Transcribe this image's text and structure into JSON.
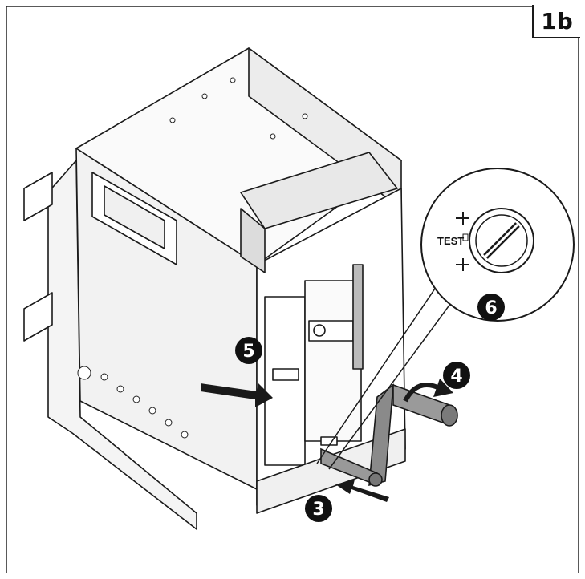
{
  "figure_tag": "1b",
  "test_label": "TEST",
  "step_badges": [
    {
      "name": "step-3-badge",
      "number": "3"
    },
    {
      "name": "step-4-badge",
      "number": "4"
    },
    {
      "name": "step-5-badge",
      "number": "5"
    },
    {
      "name": "step-6-badge",
      "number": "6"
    }
  ]
}
